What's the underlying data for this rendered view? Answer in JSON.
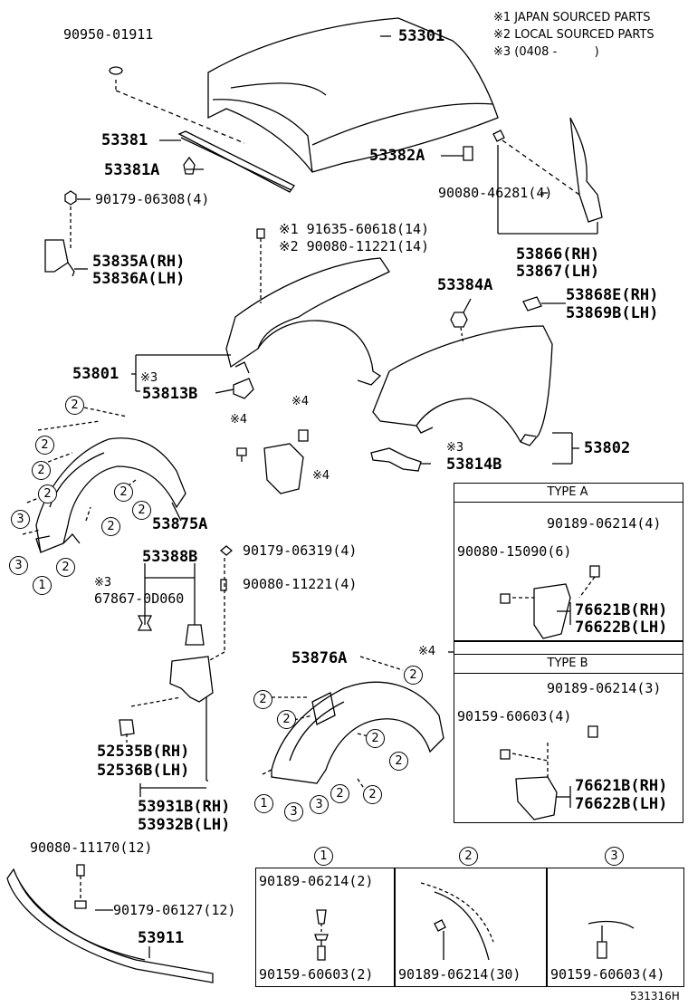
{
  "notes": {
    "n1": "※1 JAPAN SOURCED PARTS",
    "n2": "※2 LOCAL SOURCED PARTS",
    "n3": "※3 (0408 -          )"
  },
  "labels": {
    "p53301": "53301",
    "p9095001911": "90950-01911",
    "p53381": "53381",
    "p53381a": "53381A",
    "p53382a": "53382A",
    "p9017906308": "90179-06308(4)",
    "p9008046281": "90080-46281(4)",
    "p53866": "53866(RH)",
    "p53867": "53867(LH)",
    "p9163560618": "※1 91635-60618(14)",
    "p9008011221a": "※2 90080-11221(14)",
    "p53835a": "53835A(RH)",
    "p53836a": "53836A(LH)",
    "p53384a": "53384A",
    "p53868e": "53868E(RH)",
    "p53869b": "53869B(LH)",
    "p53801": "53801",
    "s3a": "※3",
    "p53813b": "53813B",
    "s4a": "※4",
    "s4b": "※4",
    "s4c": "※4",
    "s3b": "※3",
    "p53814b": "53814B",
    "p53802": "53802",
    "p53875a": "53875A",
    "p53388b": "53388B",
    "p9017906319": "90179-06319(4)",
    "p9008011221b": "90080-11221(4)",
    "s3c": "※3",
    "p678670d060": "67867-0D060",
    "s4d": "※4",
    "p53876a": "53876A",
    "p52535b": "52535B(RH)",
    "p52536b": "52536B(LH)",
    "p53931b": "53931B(RH)",
    "p53932b": "53932B(LH)",
    "p9008011170": "90080-11170(12)",
    "p9017906127": "90179-06127(12)",
    "p53911": "53911"
  },
  "typeA": {
    "title": "TYPE A",
    "a1": "90189-06214(4)",
    "a2": "90080-15090(6)",
    "a3": "76621B(RH)",
    "a4": "76622B(LH)"
  },
  "typeB": {
    "title": "TYPE B",
    "b1": "90189-06214(3)",
    "b2": "90159-60603(4)",
    "b3": "76621B(RH)",
    "b4": "76622B(LH)"
  },
  "detail1": {
    "num": "1",
    "top": "90189-06214(2)",
    "bottom": "90159-60603(2)"
  },
  "detail2": {
    "num": "2",
    "bottom": "90189-06214(30)"
  },
  "detail3": {
    "num": "3",
    "bottom": "90159-60603(4)"
  },
  "circles": {
    "one": "1",
    "two": "2",
    "three": "3"
  },
  "ref_code": "531316H"
}
